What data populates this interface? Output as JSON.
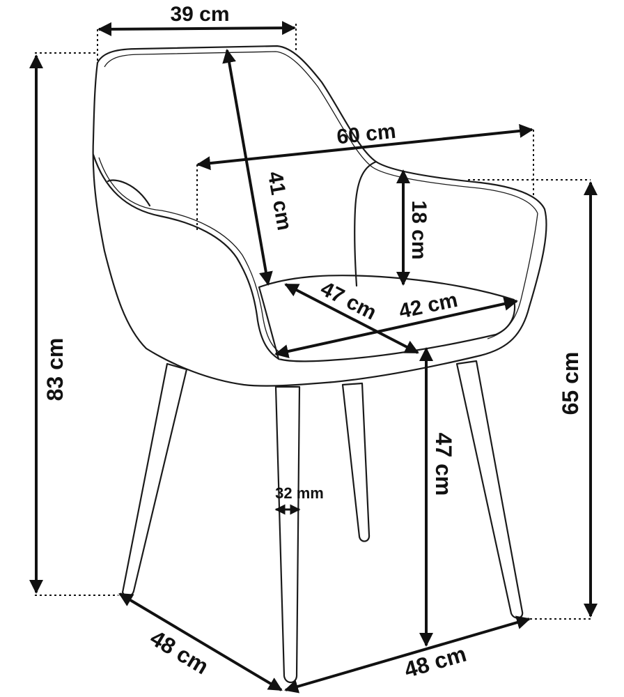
{
  "title": "Chair dimensions",
  "dimensions": {
    "backrest_width": "39 cm",
    "overall_width": "60 cm",
    "backrest_height": "41 cm",
    "armrest_height": "18 cm",
    "seat_depth": "47 cm",
    "seat_width": "42 cm",
    "total_height": "83 cm",
    "armrest_floor_height": "65 cm",
    "seat_height": "47 cm",
    "leg_diameter": "32 mm",
    "base_depth": "48 cm",
    "base_width": "48 cm"
  }
}
